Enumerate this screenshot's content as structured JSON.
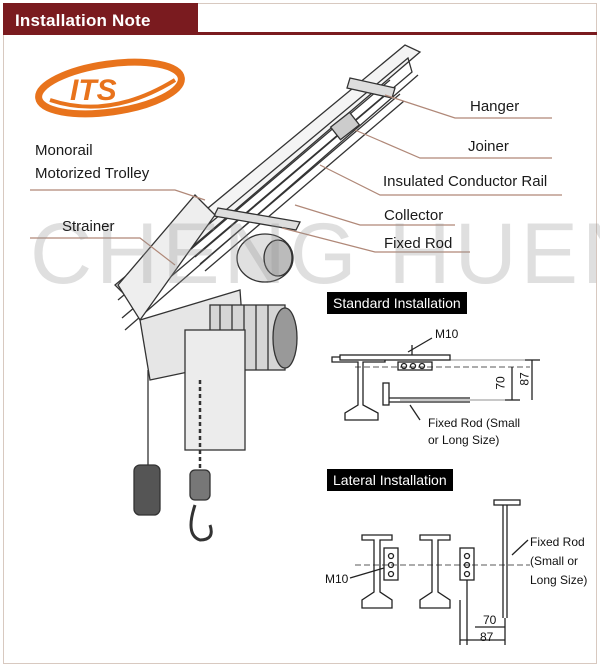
{
  "header": {
    "title": "Installation Note"
  },
  "logo": {
    "text": "ITS",
    "color": "#e8731c"
  },
  "watermark": "CHENG HUEN",
  "labels": {
    "hanger": "Hanger",
    "joiner": "Joiner",
    "insulated_rail": "Insulated Conductor Rail",
    "collector": "Collector",
    "fixed_rod": "Fixed Rod",
    "monorail": "Monorail",
    "motorized_trolley": "Motorized Trolley",
    "strainer": "Strainer"
  },
  "standard": {
    "heading": "Standard Installation",
    "bolt": "M10",
    "dim_inner": "70",
    "dim_outer": "87",
    "rod_line1": "Fixed Rod (Small",
    "rod_line2": "or Long Size)"
  },
  "lateral": {
    "heading": "Lateral Installation",
    "bolt": "M10",
    "dim_inner": "70",
    "dim_outer": "87",
    "rod_line1": "Fixed Rod",
    "rod_line2": "(Small or",
    "rod_line3": "Long Size)"
  },
  "colors": {
    "header": "#7a1b1f",
    "logo": "#e8731c",
    "leader": "#b08878"
  }
}
